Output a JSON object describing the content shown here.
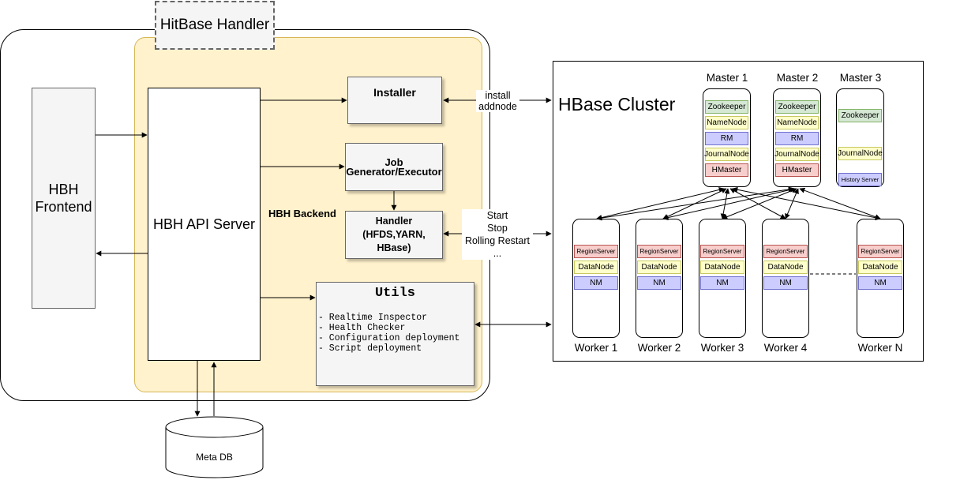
{
  "handler_title": "HitBase Handler",
  "frontend_label": "HBH\nFrontend",
  "api_server_label": "HBH API Server",
  "backend_label": "HBH Backend",
  "installer_label": "Installer",
  "job_label": "Job\nGenerator/Executor",
  "handler_label": "Handler\n(HFDS,YARN,\nHBase)",
  "utils": {
    "title": "Utils",
    "items": [
      "- Realtime Inspector",
      "- Health Checker",
      "- Configuration deployment",
      "- Script deployment"
    ]
  },
  "install_label": "install\naddnode",
  "ops_label": "Start\nStop\nRolling Restart\n...",
  "meta_db_label": "Meta DB",
  "cluster_title": "HBase Cluster",
  "masters": [
    {
      "name": "Master 1",
      "components": [
        "Zookeeper",
        "NameNode",
        "RM",
        "JournalNode",
        "HMaster"
      ]
    },
    {
      "name": "Master 2",
      "components": [
        "Zookeeper",
        "NameNode",
        "RM",
        "JournalNode",
        "HMaster"
      ]
    },
    {
      "name": "Master 3",
      "components": [
        "Zookeeper",
        "JournalNode",
        "History Server"
      ]
    }
  ],
  "workers": [
    {
      "name": "Worker 1",
      "components": [
        "RegionServer",
        "DataNode",
        "NM"
      ]
    },
    {
      "name": "Worker 2",
      "components": [
        "RegionServer",
        "DataNode",
        "NM"
      ]
    },
    {
      "name": "Worker 3",
      "components": [
        "RegionServer",
        "DataNode",
        "NM"
      ]
    },
    {
      "name": "Worker 4",
      "components": [
        "RegionServer",
        "DataNode",
        "NM"
      ]
    },
    {
      "name": "Worker N",
      "components": [
        "RegionServer",
        "DataNode",
        "NM"
      ]
    }
  ]
}
